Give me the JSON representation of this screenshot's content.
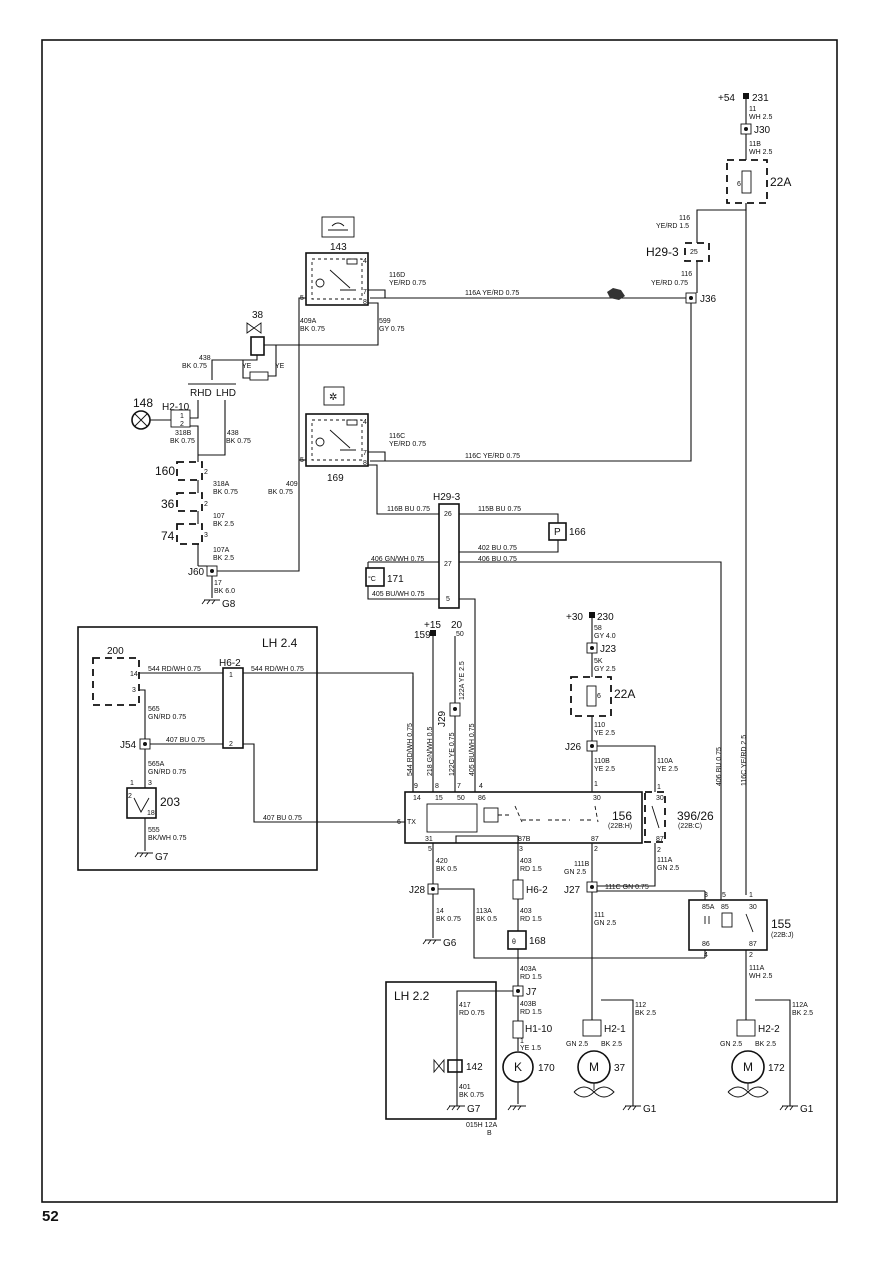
{
  "page": {
    "number": "52",
    "code": "015H 12A",
    "code_sub": "B"
  },
  "supplies": {
    "p54": "+54",
    "f231": "231",
    "p30": "+30",
    "f230": "230",
    "p15": "+15",
    "f20": "20",
    "f159": "159",
    "f50": "50"
  },
  "fuses": {
    "f22a_top": "22A",
    "f22a_mid": "22A",
    "f6": "6",
    "f25": "25"
  },
  "regions": {
    "lh24": "LH 2.4",
    "lh22": "LH 2.2"
  },
  "components": {
    "c143": "143",
    "c169": "169",
    "c38": "38",
    "c148": "148",
    "c160": "160",
    "c36": "36",
    "c74": "74",
    "c200": "200",
    "c203": "203",
    "c156": "156",
    "c156sub": "(22B:H)",
    "c396": "396/26",
    "c396sub": "(22B:C)",
    "c155": "155",
    "c155sub": "(22B:J)",
    "c166": "166",
    "c171": "171",
    "c168": "168",
    "c142": "142",
    "c170": "170",
    "c37": "37",
    "c172": "172",
    "rhd": "RHD",
    "lhd": "LHD",
    "ye1": "YE",
    "ye2": "YE",
    "tx": "TX",
    "p": "P",
    "degc": "°C",
    "k": "K",
    "m1": "M",
    "m2": "M"
  },
  "connectors": {
    "j30": "J30",
    "j36": "J36",
    "h29_3a": "H29-3",
    "h29_3b": "H29-3",
    "h2_10": "H2-10",
    "j60": "J60",
    "g8": "G8",
    "j23": "J23",
    "j26": "J26",
    "j29": "J29",
    "h6_2a": "H6-2",
    "j54": "J54",
    "g7a": "G7",
    "j28": "J28",
    "g6": "G6",
    "h6_2b": "H6-2",
    "j27": "J27",
    "j7": "J7",
    "h1_10": "H1-10",
    "h2_1": "H2-1",
    "h2_2": "H2-2",
    "g1a": "G1",
    "g1b": "G1",
    "g7b": "G7"
  },
  "wires": {
    "w11": "11",
    "w11s": "WH 2.5",
    "w11b": "11B",
    "w11bs": "WH 2.5",
    "w116": "116",
    "w116s": "YE/RD 1.5",
    "w116b": "116",
    "w116bs": "YE/RD 0.75",
    "w116d": "116D",
    "w116ds": "YE/RD 0.75",
    "w116a": "116A YE/RD 0.75",
    "w409a": "409A",
    "w409as": "BK 0.75",
    "w599": "599",
    "w599s": "GY 0.75",
    "w438": "438",
    "w438s": "BK 0.75",
    "w438b": "438",
    "w438bs": "BK 0.75",
    "w318b": "318B",
    "w318bs": "BK 0.75",
    "w116c": "116C",
    "w116cs": "YE/RD 0.75",
    "w116c2": "116C YE/RD 0.75",
    "w409": "409",
    "w409s": "BK 0.75",
    "w318a": "318A",
    "w318as": "BK 0.75",
    "w107": "107",
    "w107s": "BK 2.5",
    "w107a": "107A",
    "w107as": "BK 2.5",
    "w17": "17",
    "w17s": "BK 6.0",
    "w116e": "116B BU 0.75",
    "w115b": "115B BU 0.75",
    "w402": "402 BU 0.75",
    "w406": "406 BU 0.75",
    "w406gn": "406 GN/WH 0.75",
    "w405": "405 BU/WH 0.75",
    "w58": "58",
    "w58s": "GY 4.0",
    "w5k": "5K",
    "w5ks": "GY 2.5",
    "w110": "110",
    "w110s": "YE 2.5",
    "w110b": "110B",
    "w110bs": "YE 2.5",
    "w110a": "110A",
    "w110as": "YE 2.5",
    "w544a": "544 RD/WH 0.75",
    "w544b": "544 RD/WH 0.75",
    "w565": "565",
    "w565s": "GN/RD 0.75",
    "w407a": "407 BU 0.75",
    "w407b": "407 BU 0.75",
    "w565a": "565A",
    "w565as": "GN/RD 0.75",
    "w555": "555",
    "w555s": "BK/WH 0.75",
    "v544": "544 RD/WH 0.75",
    "v218": "218 GN/WH 0.5",
    "v122c": "122C YE 0.75",
    "v405": "405 BU/WH 0.75",
    "v122a": "122A YE 2.5",
    "v406": "406 BU 0.75",
    "v116c": "116C YE/RD 2.5",
    "w420": "420",
    "w420s": "BK 0.5",
    "w403": "403",
    "w403s": "RD 1.5",
    "w111b": "111B",
    "w111bs": "GN 2.5",
    "w111a": "111A",
    "w111as": "GN 2.5",
    "w111c": "111C GN 0.75",
    "w14": "14",
    "w14s": "BK 0.75",
    "w113a": "113A",
    "w113as": "BK 0.5",
    "w403b": "403",
    "w403bs": "RD 1.5",
    "w111": "111",
    "w111s": "GN 2.5",
    "w111a2": "111A",
    "w111a2s": "WH 2.5",
    "w403a": "403A",
    "w403as": "RD 1.5",
    "w417": "417",
    "w417s": "RD 0.75",
    "w403bb": "403B",
    "w403bbs": "RD 1.5",
    "w1": "1",
    "w1s": "YE 1.5",
    "w112": "112",
    "w112s": "BK 2.5",
    "w112a": "112A",
    "w112as": "BK 2.5",
    "w401": "401",
    "w401s": "BK 0.75",
    "gn25a": "GN 2.5",
    "bk25a": "BK 2.5",
    "gn25b": "GN 2.5",
    "bk25b": "BK 2.5"
  },
  "pins": {
    "p4a": "4",
    "p5a": "5",
    "p7a": "7",
    "p8a": "8",
    "p4b": "4",
    "p5b": "5",
    "p7b": "7",
    "p8b": "8",
    "h10_1": "1",
    "h10_2": "2",
    "c160p": "2",
    "c36p": "2",
    "c74p": "3",
    "h29_26": "26",
    "h29_27": "27",
    "h29_5": "5",
    "h6_1": "1",
    "h6_2": "2",
    "p14": "14",
    "p3": "3",
    "p203_1": "1",
    "p203_3": "3",
    "p203_2": "2",
    "p203_18": "18",
    "r9": "9",
    "r8": "8",
    "r7": "7",
    "r4": "4",
    "r14": "14",
    "r15": "15",
    "r50": "50",
    "r86": "86",
    "r30": "30",
    "r6": "6",
    "r31": "31",
    "r87b": "87B",
    "r87": "87",
    "r5": "5",
    "r3": "3",
    "r1": "1",
    "r2": "2",
    "q1": "1",
    "q30": "30",
    "q87": "87",
    "q2": "2",
    "t3": "3",
    "t5": "5",
    "t1": "1",
    "t85a": "85A",
    "t85": "85",
    "t30": "30",
    "t86": "86",
    "t87": "87",
    "t4": "4",
    "t2": "2"
  }
}
